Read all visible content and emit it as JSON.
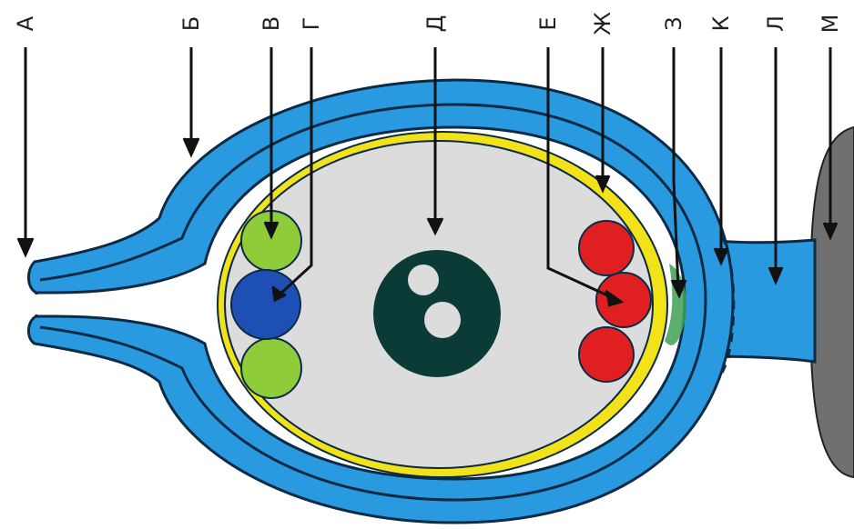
{
  "labels": {
    "a": "А",
    "b": "Б",
    "v": "В",
    "g": "Г",
    "d": "Д",
    "e": "Е",
    "zh": "Ж",
    "z": "З",
    "k": "К",
    "l": "Л",
    "m": "М"
  },
  "colors": {
    "integument": "#2a9ae0",
    "outline": "#0b2a44",
    "embryo_sac": "#dcdcdc",
    "sac_wall": "#f2e21a",
    "antipodal": "#e02020",
    "synergid": "#8fcc3a",
    "egg_cell": "#1e4fb4",
    "central_nucleus": "#0a3b36",
    "placenta": "#6f6f6f",
    "hypostase": "#3fa055"
  }
}
